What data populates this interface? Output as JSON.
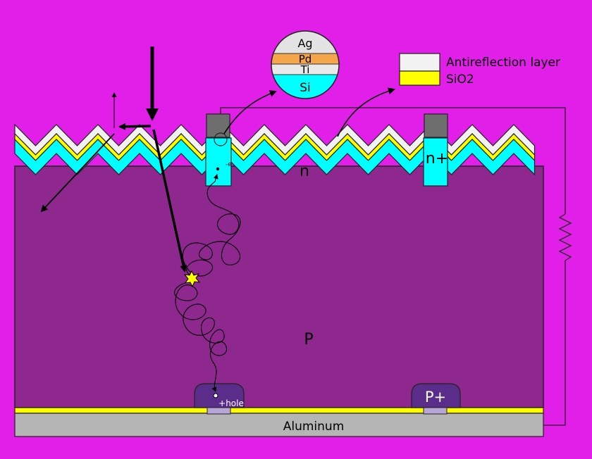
{
  "labels": {
    "n": "n",
    "n_plus": "n+",
    "p": "P",
    "p_plus": "P+",
    "electron": "-e",
    "hole": "+hole",
    "aluminum": "Aluminum"
  },
  "contact_layers": [
    "Ag",
    "Pd",
    "Ti",
    "Si"
  ],
  "legend": {
    "antireflection": "Antireflection layer",
    "sio2": "SiO2"
  },
  "colors": {
    "background": "#e21fe8",
    "p_silicon": "#8e278e",
    "n_layer": "#00ffff",
    "sio2": "#ffff00",
    "antireflection": "#f2f2f2",
    "contact": "#6e6e6e",
    "aluminum": "#b5b5b5",
    "p_plus": "#5b2d8a",
    "pd": "#f5a54a",
    "photon_burst": "#ffff00"
  }
}
